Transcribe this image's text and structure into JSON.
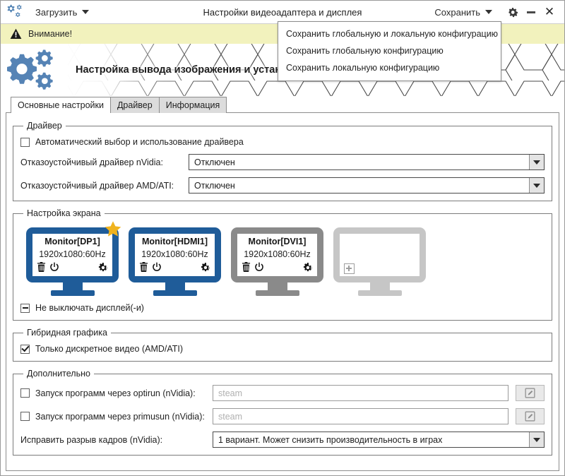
{
  "titlebar": {
    "app_icon": "gears-icon",
    "load_label": "Загрузить",
    "title": "Настройки видеоадаптера и дисплея",
    "save_label": "Сохранить",
    "settings_icon": "gear-icon",
    "minimize_icon": "minimize-icon",
    "close_icon": "close-icon"
  },
  "save_menu": {
    "items": [
      {
        "label": "Сохранить глобальную и локальную конфигурацию"
      },
      {
        "label": "Сохранить глобальную конфигурацию"
      },
      {
        "label": "Сохранить локальную конфигурацию"
      }
    ]
  },
  "warning": {
    "icon": "warning-triangle-icon",
    "text": "Внимание!",
    "bg_color": "#f2f2bd"
  },
  "banner": {
    "logo_icon": "gears-logo-icon",
    "title": "Настройка вывода изображения и установка драйвера видеокарты"
  },
  "tabs": [
    {
      "label": "Основные настройки",
      "active": true
    },
    {
      "label": "Драйвер",
      "active": false
    },
    {
      "label": "Информация",
      "active": false
    }
  ],
  "driver_group": {
    "legend": "Драйвер",
    "auto_checkbox": {
      "label": "Автоматический выбор и использование драйвера",
      "state": "unchecked"
    },
    "nvidia": {
      "label": "Отказоустойчивый драйвер nVidia:",
      "value": "Отключен"
    },
    "amd": {
      "label": "Отказоустойчивый драйвер AMD/ATI:",
      "value": "Отключен"
    }
  },
  "screen_group": {
    "legend": "Настройка экрана",
    "monitors": [
      {
        "name": "Monitor[DP1]",
        "resolution": "1920x1080:60Hz",
        "state": "active",
        "primary": true,
        "accent": "#1f5c99",
        "icons": [
          "trash-icon",
          "power-icon",
          "gear-icon"
        ]
      },
      {
        "name": "Monitor[HDMI1]",
        "resolution": "1920x1080:60Hz",
        "state": "active",
        "primary": false,
        "accent": "#1f5c99",
        "icons": [
          "trash-icon",
          "power-icon",
          "gear-icon"
        ]
      },
      {
        "name": "Monitor[DVI1]",
        "resolution": "1920x1080:60Hz",
        "state": "disabled",
        "primary": false,
        "accent": "#8a8a8a",
        "icons": [
          "trash-icon",
          "power-icon",
          "gear-icon"
        ]
      },
      {
        "name": "",
        "resolution": "",
        "state": "empty",
        "primary": false,
        "accent": "#c6c6c6",
        "icons": [
          "add-plus-icon"
        ]
      }
    ],
    "keep_on_checkbox": {
      "label": "Не выключать дисплей(-и)",
      "state": "indeterminate"
    }
  },
  "hybrid_group": {
    "legend": "Гибридная графика",
    "discrete_checkbox": {
      "label": "Только дискретное видео (AMD/ATI)",
      "state": "checked"
    }
  },
  "additional_group": {
    "legend": "Дополнительно",
    "optirun": {
      "label": "Запуск программ через optirun (nVidia):",
      "state": "unchecked",
      "placeholder": "steam",
      "value": "",
      "edit_icon": "pencil-icon"
    },
    "primusun": {
      "label": "Запуск программ через primusun (nVidia):",
      "state": "unchecked",
      "placeholder": "steam",
      "value": "",
      "edit_icon": "pencil-icon"
    },
    "tearfix": {
      "label": "Исправить разрыв кадров (nVidia):",
      "value": "1 вариант. Может снизить производительность в играх"
    }
  },
  "colors": {
    "accent_blue": "#1f5c99",
    "star_gold": "#f0b31e",
    "warning_bg": "#f2f2bd",
    "logo_blue": "#5583b5"
  }
}
